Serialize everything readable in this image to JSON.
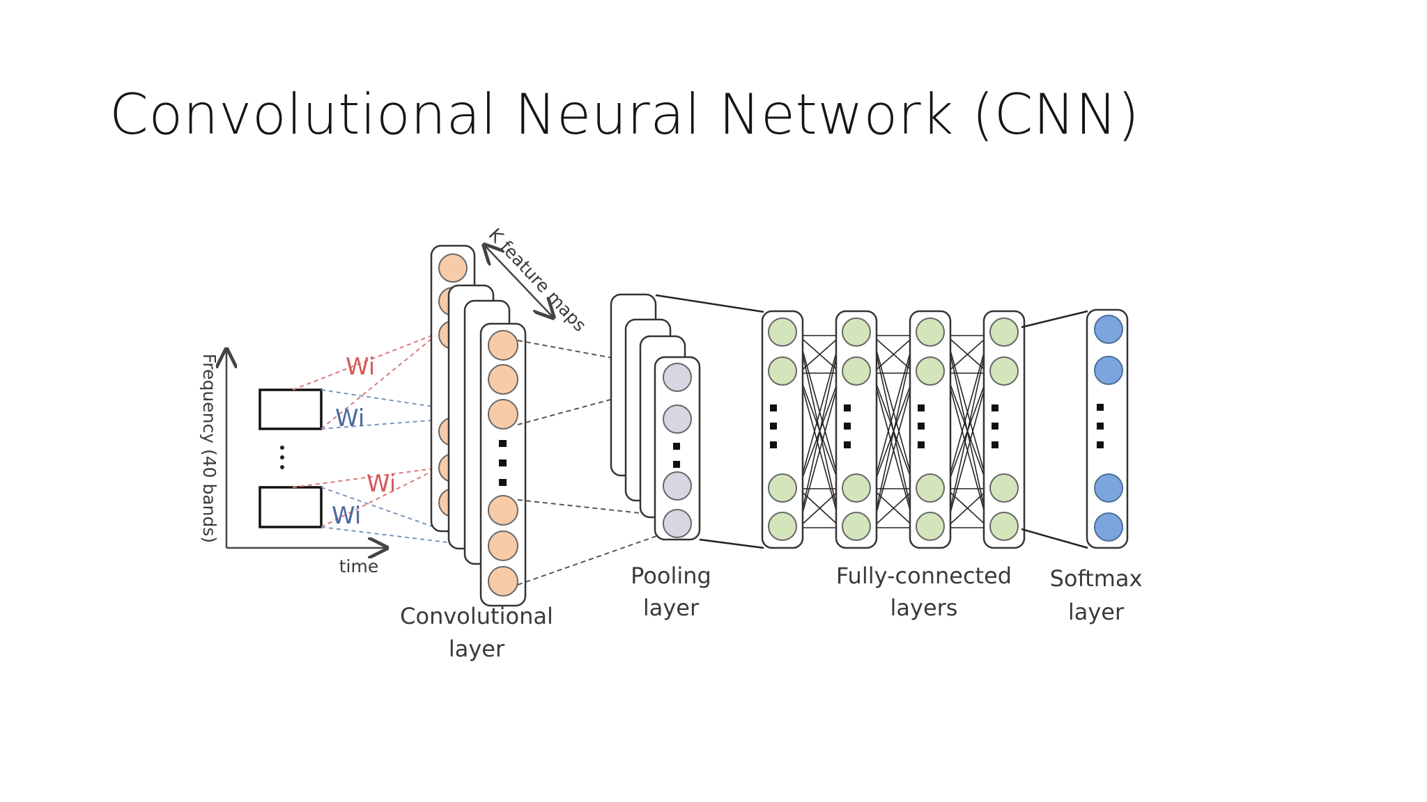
{
  "slide": {
    "title": "Convolutional Neural Network (CNN)"
  },
  "diagram": {
    "axis": {
      "y_label": "Frequency (40 bands)",
      "x_label": "time"
    },
    "weights": {
      "red": "Wi",
      "blue": "Wi"
    },
    "feature_maps_label": "K feature maps",
    "layers": {
      "convolutional": [
        "Convolutional",
        "layer"
      ],
      "pooling": [
        "Pooling",
        "layer"
      ],
      "fully_connected": [
        "Fully-connected",
        "layers"
      ],
      "softmax": [
        "Softmax",
        "layer"
      ]
    },
    "colors": {
      "conv_node": "#f8cba8",
      "pool_node": "#d9d5e3",
      "fc_node": "#d4e4bb",
      "softmax_node": "#7aa6dd",
      "red_weight": "#d35a5a",
      "blue_weight": "#4a6a9e"
    }
  }
}
